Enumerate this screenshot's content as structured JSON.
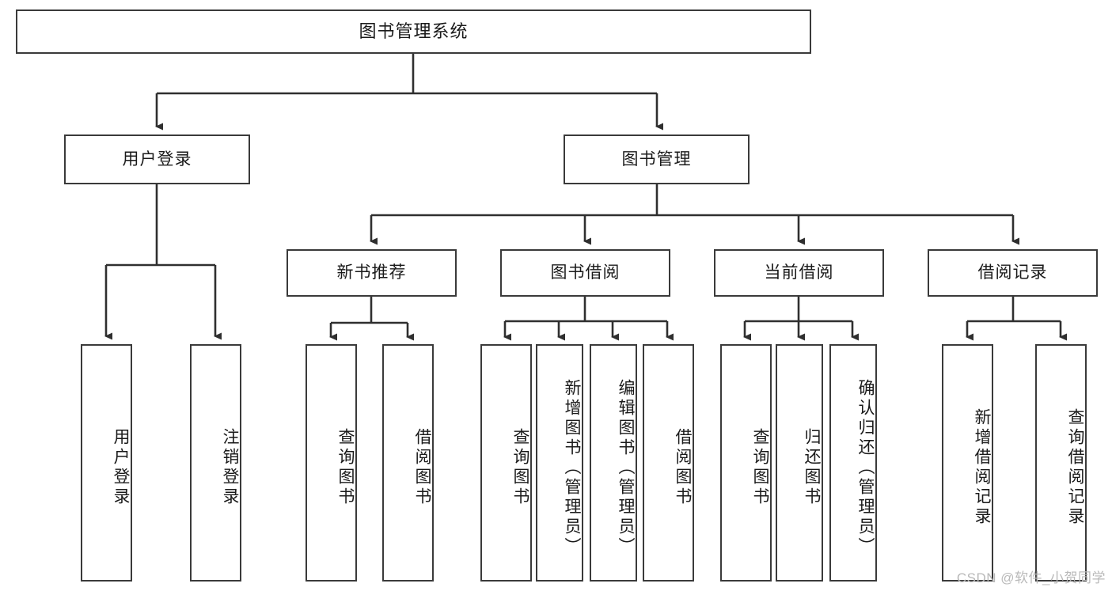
{
  "diagram": {
    "title": "图书管理系统",
    "watermark": "CSDN @软件_小贺同学",
    "colors": {
      "box_border": "#3a3a3a",
      "edge": "#2f2f2f",
      "background": "#ffffff",
      "text": "#1a1a1a",
      "watermark": "#b9b9b9"
    },
    "nodes": {
      "root": {
        "label": "图书管理系统"
      },
      "level2": [
        {
          "label": "用户登录"
        },
        {
          "label": "图书管理"
        }
      ],
      "level3": [
        {
          "label": "新书推荐"
        },
        {
          "label": "图书借阅"
        },
        {
          "label": "当前借阅"
        },
        {
          "label": "借阅记录"
        }
      ],
      "leaves": {
        "user_login": [
          {
            "label": "用户登录"
          },
          {
            "label": "注销登录"
          }
        ],
        "new_book": [
          {
            "label": "查询图书"
          },
          {
            "label": "借阅图书"
          }
        ],
        "book_borrow": [
          {
            "label": "查询图书"
          },
          {
            "label": "新增图书（管理员）"
          },
          {
            "label": "编辑图书（管理员）"
          },
          {
            "label": "借阅图书"
          }
        ],
        "current_borrow": [
          {
            "label": "查询图书"
          },
          {
            "label": "归还图书"
          },
          {
            "label": "确认归还（管理员）"
          }
        ],
        "borrow_record": [
          {
            "label": "新增借阅记录"
          },
          {
            "label": "查询借阅记录"
          }
        ]
      }
    }
  }
}
